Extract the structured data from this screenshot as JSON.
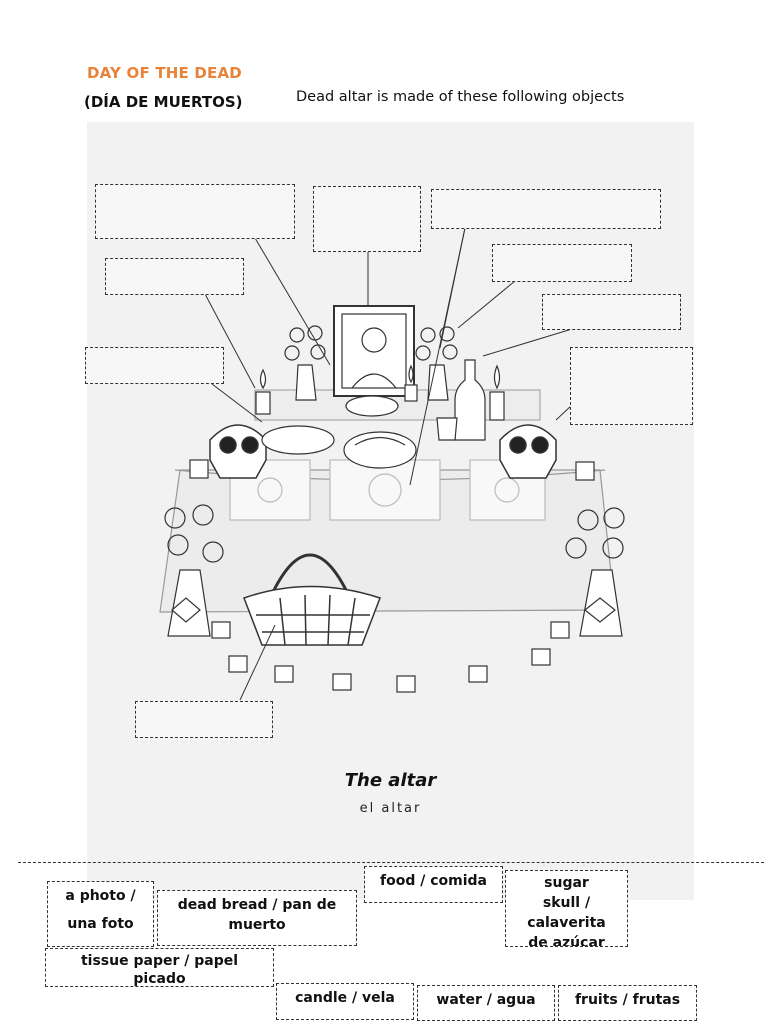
{
  "header": {
    "title": "DAY OF THE DEAD",
    "subtitle": "(DÍA DE MUERTOS)",
    "intro": "Dead altar is made of these following objects"
  },
  "illustration": {
    "caption": "The altar",
    "caption_es": "el altar",
    "icons": [
      "portrait-icon",
      "flower-vase-icon",
      "candle-icon",
      "sugar-skull-icon",
      "bottle-icon",
      "glass-icon",
      "pan-de-muerto-icon",
      "fruit-basket-icon",
      "papel-picado-icon",
      "food-plate-icon"
    ]
  },
  "word_bank": {
    "photo_line1": "a photo /",
    "photo_line2": "una foto",
    "dead_bread_line1": "dead bread / pan de",
    "dead_bread_line2": "muerto",
    "food": "food / comida",
    "skull_line1": "sugar",
    "skull_line2": "skull /",
    "skull_line3": "calaverita",
    "skull_line4": "de azúcar",
    "tissue_line1": "tissue paper / papel",
    "tissue_line2": "picado",
    "candle": "candle / vela",
    "water": "water / agua",
    "fruits": "fruits / frutas"
  },
  "colors": {
    "title": "#e8833a",
    "sheet_background": "#f1f2f1",
    "ink": "#111111"
  }
}
